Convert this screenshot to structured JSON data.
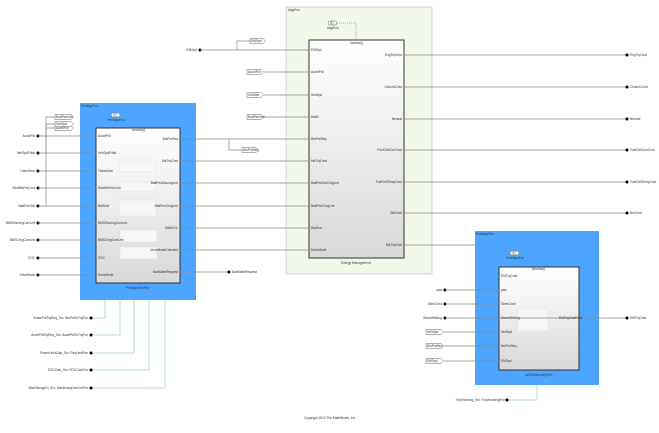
{
  "algo": {
    "title": "AlgoFcn",
    "trigger": "f()",
    "trigger_label": "AlgoFcn",
    "function_label": "function()",
    "block_name": "Energy Management",
    "inputs": [
      "EMSpd",
      "AccelPdl",
      "VehSpd",
      "BattV",
      "BrkPrsReq",
      "MtrTrqCmd",
      "BattPwrDisChrgLmt",
      "BattPwrChrgLmt",
      "BattSoc",
      "DriveMode"
    ],
    "outputs": [
      "EngTrqCmd",
      "Clutch1Cmd",
      "Neutral",
      "FuelCellCurrCmd",
      "FuelCellTempCmd",
      "BrkCmd",
      "MtrTrqCmd"
    ],
    "outports": [
      "EngTrqCmd",
      "Clutch1Cmd",
      "Neutral",
      "FuelCellCurrCmd",
      "FuelCellTempCmd",
      "BrkCmd"
    ],
    "inport": "EMSpd",
    "goto_emspd": "EMSpd",
    "froms": [
      "AccelPdl",
      "VehSpd",
      "BattPwrVolt"
    ]
  },
  "pre": {
    "title": "PreAlgoFcn",
    "trigger": "f()",
    "trigger_label": "PreAlgoFcn",
    "function_label": "function()",
    "block_name": "PreAlgoServFcn",
    "inputs": [
      "AccelPdl",
      "VehSpdFdbk",
      "TransGear",
      "BlcdBrkPrsCmd",
      "BattVolt",
      "BMSDischrgCurrLmt",
      "BMSChrgCurrLmt",
      "SOC",
      "DriveMode"
    ],
    "inports": [
      "AccelPdl",
      "VehSpdFdbk",
      "TransGear",
      "BlcdBrkPrsCmd",
      "BattPwrVolt",
      "BMSDischrgCurrLmt",
      "BMSChrgCurrLmt",
      "SOC",
      "DriveMode"
    ],
    "gotos": [
      "AccelPdl",
      "VehSpd",
      "BattPwrVolt"
    ],
    "outputs": [
      "BrkPrsReq",
      "MtrTrqCmd",
      "BattPwrDischrgLmt",
      "BattPwrChrgLmt",
      "BattSOC",
      "driveModeChecked",
      "BattStateRequest"
    ],
    "goto_brk": "BrkPrsReq",
    "outport": "BattStateRequest",
    "services": [
      "BrakePdlTrqReq_Srv: BrkPdlToTrqFcn",
      "AccelPdlTrqReq_Srv: AccelPdlToTrqFcn",
      "PowerLimitCalc_Srv: PwrLimitFcn",
      "SOCCalc_Srv: SOCCalcFcn",
      "MaxDischgCrt_Srv: MaxDchrgCurrLimFcn"
    ]
  },
  "post": {
    "title": "PostAlgoFcn",
    "trigger": "f()",
    "trigger_label": "PostAlgoFcn",
    "function_label": "function()",
    "block_name": "calTrqVectoringFcn",
    "inputs": [
      "EMTrqCmd",
      "yaw",
      "SteerCmd",
      "SteerWhlAng",
      "VehSpd",
      "BrkPrsReq",
      "EMSpd"
    ],
    "inports": [
      "yaw",
      "SteerCmd",
      "SteerWhlAng"
    ],
    "froms": [
      "VehSpd",
      "BrkPrsReq",
      "EMSpd"
    ],
    "output": "EMTrqCmdFinal",
    "outport": "EMTrqCmd",
    "service": "TrqVectoring_Srv: TrqVectoringFcn"
  },
  "footer": "Copyright 2024 The MathWorks, Inc.",
  "colors": {
    "algo_bg": "#f1f8e9",
    "func_bg": "#4ea5ff",
    "service_line": "#9dd3dc"
  }
}
